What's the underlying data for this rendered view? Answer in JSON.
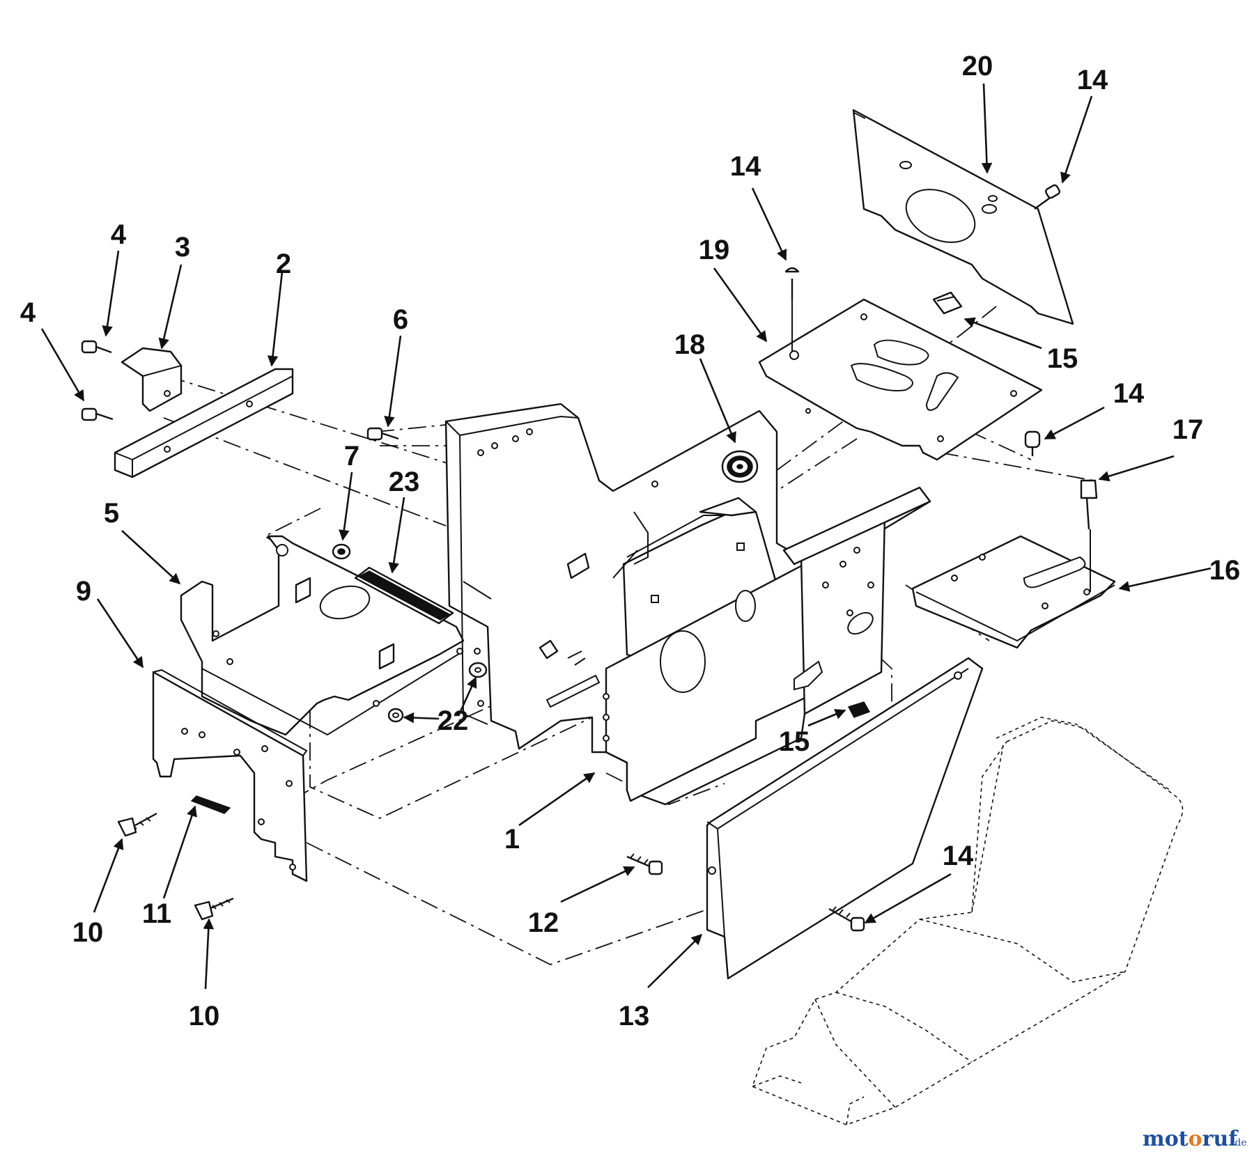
{
  "callouts": [
    {
      "id": "c20",
      "label": "20"
    },
    {
      "id": "c14a",
      "label": "14"
    },
    {
      "id": "c14b",
      "label": "14"
    },
    {
      "id": "c19",
      "label": "19"
    },
    {
      "id": "c18",
      "label": "18"
    },
    {
      "id": "c15a",
      "label": "15"
    },
    {
      "id": "c14c",
      "label": "14"
    },
    {
      "id": "c17",
      "label": "17"
    },
    {
      "id": "c16",
      "label": "16"
    },
    {
      "id": "c4a",
      "label": "4"
    },
    {
      "id": "c3",
      "label": "3"
    },
    {
      "id": "c2",
      "label": "2"
    },
    {
      "id": "c4b",
      "label": "4"
    },
    {
      "id": "c6",
      "label": "6"
    },
    {
      "id": "c7",
      "label": "7"
    },
    {
      "id": "c23",
      "label": "23"
    },
    {
      "id": "c5",
      "label": "5"
    },
    {
      "id": "c9",
      "label": "9"
    },
    {
      "id": "c22",
      "label": "22"
    },
    {
      "id": "c15b",
      "label": "15"
    },
    {
      "id": "c1",
      "label": "1"
    },
    {
      "id": "c12",
      "label": "12"
    },
    {
      "id": "c14d",
      "label": "14"
    },
    {
      "id": "c10a",
      "label": "10"
    },
    {
      "id": "c11",
      "label": "11"
    },
    {
      "id": "c10b",
      "label": "10"
    },
    {
      "id": "c13",
      "label": "13"
    }
  ],
  "watermark": {
    "main": "motoruf",
    "suffix": ".de"
  },
  "colors": {
    "ink": "#111111",
    "paper": "#ffffff",
    "logo_blue": "#1f4e9a",
    "logo_orange": "#e07a1b"
  }
}
